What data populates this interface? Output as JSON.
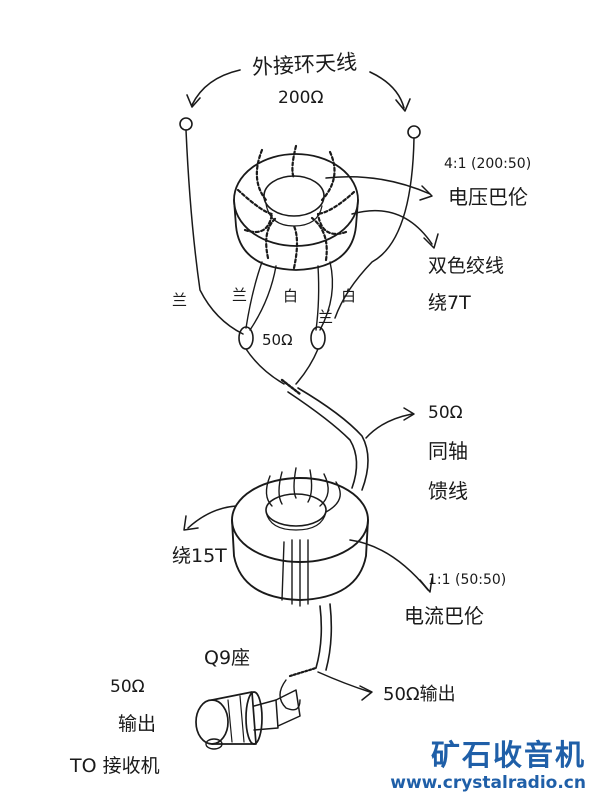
{
  "labels": {
    "external_loop_antenna": "外接环天线",
    "antenna_impedance": "200Ω",
    "voltage_balun_ratio": "4:1 (200:50)",
    "voltage_balun": "电压巴伦",
    "bifilar_winding": "双色绞线",
    "bifilar_turns": "绕7T",
    "wire_color_left": "兰",
    "wire_color_left2": "兰",
    "wire_color_right": "白",
    "wire_color_right2": "白",
    "wire_color_mid": "兰",
    "junction_impedance": "50Ω",
    "coax_impedance": "50Ω",
    "coax_line1": "同轴",
    "coax_line2": "馈线",
    "coax_turns": "绕15T",
    "current_balun_ratio": "1:1 (50:50)",
    "current_balun": "电流巴伦",
    "connector": "Q9座",
    "output_50": "50Ω输出",
    "receiver_impedance": "50Ω",
    "receiver_line1": "输出",
    "receiver_line2": "TO 接收机"
  },
  "brand": {
    "name": "矿石收音机",
    "url": "www.crystalradio.cn",
    "color": "#1f5fa8"
  }
}
